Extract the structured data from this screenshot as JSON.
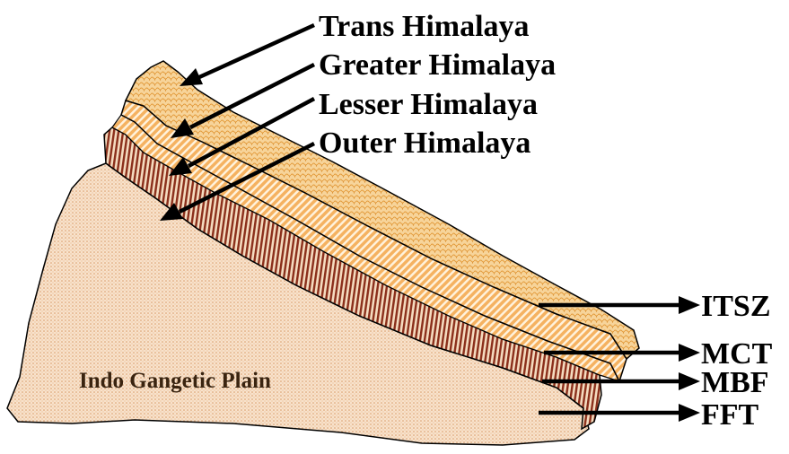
{
  "zones": {
    "trans": "Trans Himalaya",
    "greater": "Greater Himalaya",
    "lesser": "Lesser Himalaya",
    "outer": "Outer Himalaya"
  },
  "thrusts": {
    "itsz": "ITSZ",
    "mct": "MCT",
    "mbf": "MBF",
    "fft": "FFT"
  },
  "plain_label": "Indo Gangetic Plain",
  "colors": {
    "plain_fill": "#f8e2cc",
    "plain_dot": "#d99a66",
    "trans_fill": "#f7d49a",
    "trans_pattern": "#e39a3a",
    "greater_fill": "#f9c989",
    "greater_stripe": "#ffffff",
    "outer_fill": "#f5dcc0",
    "outer_stripe": "#8a2e1a",
    "outline": "#000000"
  }
}
